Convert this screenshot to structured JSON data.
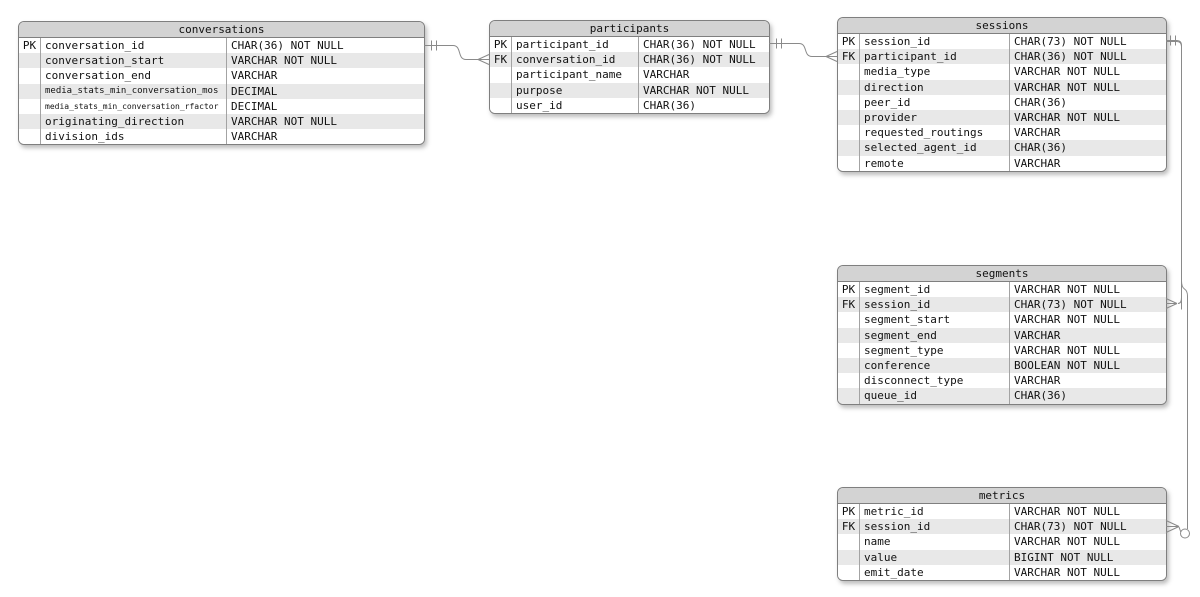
{
  "diagram": {
    "colors": {
      "table_header_bg": "#d3d3d3",
      "row_alt_bg": "#e8e8e8",
      "table_border": "#7f7f7f",
      "relationship_line": "#8a8a8a",
      "background": "#ffffff"
    },
    "tables": [
      {
        "title": "conversations",
        "rows": [
          {
            "key": "PK",
            "name": "conversation_id",
            "type": "CHAR(36) NOT NULL"
          },
          {
            "key": "",
            "name": "conversation_start",
            "type": "VARCHAR NOT NULL"
          },
          {
            "key": "",
            "name": "conversation_end",
            "type": "VARCHAR"
          },
          {
            "key": "",
            "name": "media_stats_min_conversation_mos",
            "type": "DECIMAL"
          },
          {
            "key": "",
            "name": "media_stats_min_conversation_rfactor",
            "type": "DECIMAL"
          },
          {
            "key": "",
            "name": "originating_direction",
            "type": "VARCHAR NOT NULL"
          },
          {
            "key": "",
            "name": "division_ids",
            "type": "VARCHAR"
          }
        ]
      },
      {
        "title": "participants",
        "rows": [
          {
            "key": "PK",
            "name": "participant_id",
            "type": "CHAR(36) NOT NULL"
          },
          {
            "key": "FK",
            "name": "conversation_id",
            "type": "CHAR(36) NOT NULL"
          },
          {
            "key": "",
            "name": "participant_name",
            "type": "VARCHAR"
          },
          {
            "key": "",
            "name": "purpose",
            "type": "VARCHAR NOT NULL"
          },
          {
            "key": "",
            "name": "user_id",
            "type": "CHAR(36)"
          }
        ]
      },
      {
        "title": "sessions",
        "rows": [
          {
            "key": "PK",
            "name": "session_id",
            "type": "CHAR(73) NOT NULL"
          },
          {
            "key": "FK",
            "name": "participant_id",
            "type": "CHAR(36) NOT NULL"
          },
          {
            "key": "",
            "name": "media_type",
            "type": "VARCHAR NOT NULL"
          },
          {
            "key": "",
            "name": "direction",
            "type": "VARCHAR NOT NULL"
          },
          {
            "key": "",
            "name": "peer_id",
            "type": "CHAR(36)"
          },
          {
            "key": "",
            "name": "provider",
            "type": "VARCHAR NOT NULL"
          },
          {
            "key": "",
            "name": "requested_routings",
            "type": "VARCHAR"
          },
          {
            "key": "",
            "name": "selected_agent_id",
            "type": "CHAR(36)"
          },
          {
            "key": "",
            "name": "remote",
            "type": "VARCHAR"
          }
        ]
      },
      {
        "title": "segments",
        "rows": [
          {
            "key": "PK",
            "name": "segment_id",
            "type": "VARCHAR NOT NULL"
          },
          {
            "key": "FK",
            "name": "session_id",
            "type": "CHAR(73) NOT NULL"
          },
          {
            "key": "",
            "name": "segment_start",
            "type": "VARCHAR NOT NULL"
          },
          {
            "key": "",
            "name": "segment_end",
            "type": "VARCHAR"
          },
          {
            "key": "",
            "name": "segment_type",
            "type": "VARCHAR NOT NULL"
          },
          {
            "key": "",
            "name": "conference",
            "type": "BOOLEAN NOT NULL"
          },
          {
            "key": "",
            "name": "disconnect_type",
            "type": "VARCHAR"
          },
          {
            "key": "",
            "name": "queue_id",
            "type": "CHAR(36)"
          }
        ]
      },
      {
        "title": "metrics",
        "rows": [
          {
            "key": "PK",
            "name": "metric_id",
            "type": "VARCHAR NOT NULL"
          },
          {
            "key": "FK",
            "name": "session_id",
            "type": "CHAR(73) NOT NULL"
          },
          {
            "key": "",
            "name": "name",
            "type": "VARCHAR NOT NULL"
          },
          {
            "key": "",
            "name": "value",
            "type": "BIGINT NOT NULL"
          },
          {
            "key": "",
            "name": "emit_date",
            "type": "VARCHAR NOT NULL"
          }
        ]
      }
    ],
    "relationships": [
      {
        "from": "conversations.conversation_id",
        "to": "participants.conversation_id",
        "from_cardinality": "one-and-only-one",
        "to_cardinality": "many"
      },
      {
        "from": "participants.participant_id",
        "to": "sessions.participant_id",
        "from_cardinality": "one-and-only-one",
        "to_cardinality": "many"
      },
      {
        "from": "sessions.session_id",
        "to": "segments.session_id",
        "from_cardinality": "one-and-only-one",
        "to_cardinality": "one-or-many"
      },
      {
        "from": "sessions.session_id",
        "to": "metrics.session_id",
        "from_cardinality": "one-and-only-one",
        "to_cardinality": "zero-or-many"
      }
    ]
  }
}
